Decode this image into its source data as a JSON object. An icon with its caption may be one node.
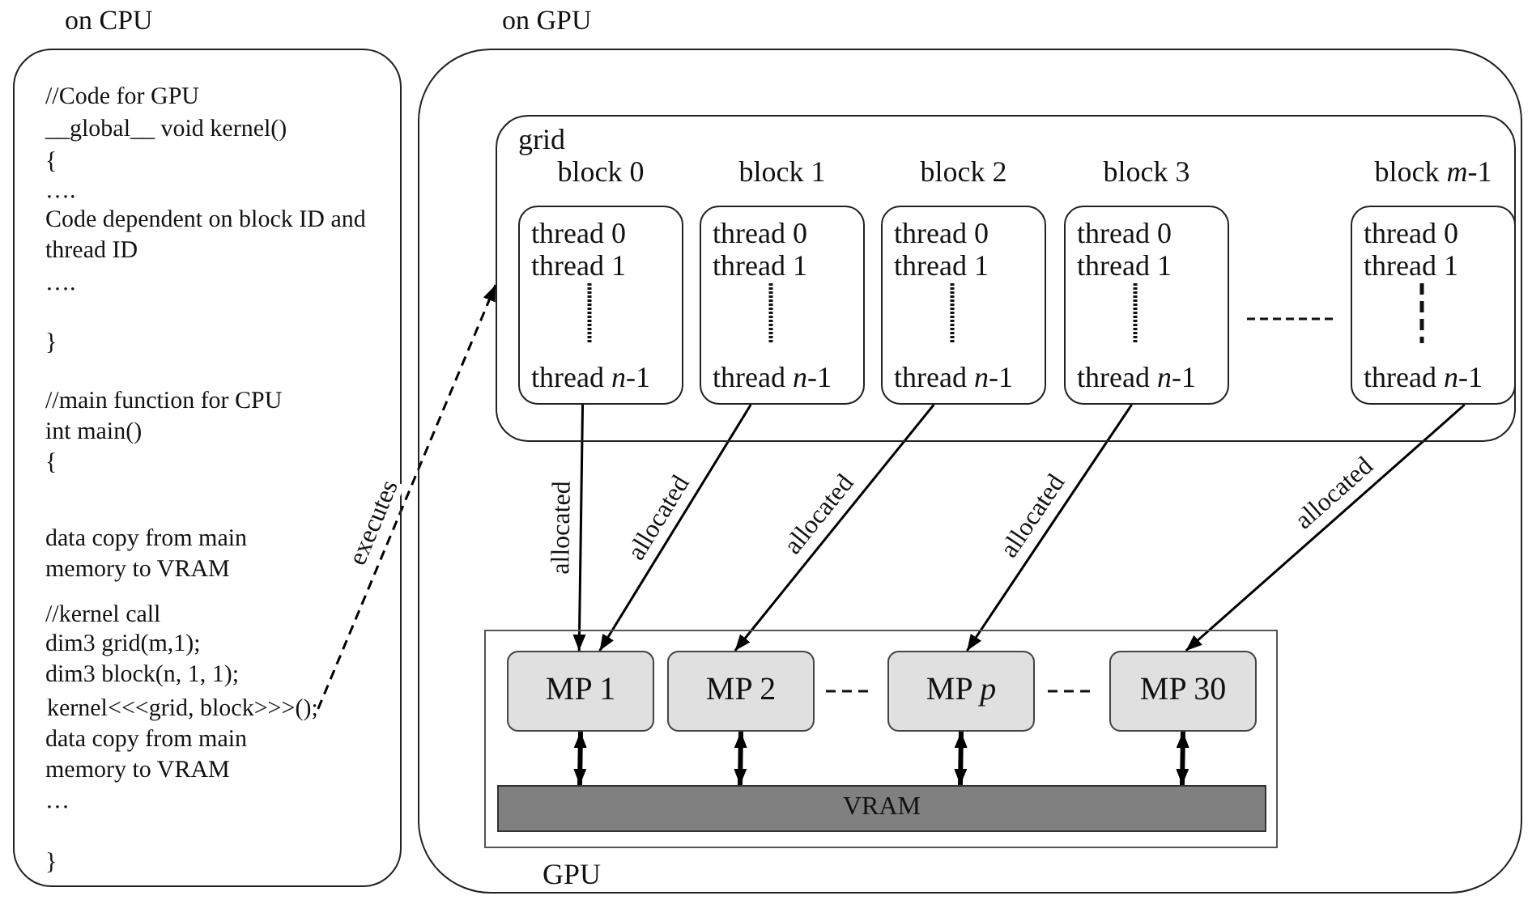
{
  "diagram": {
    "nodes": [
      {
        "text": [
          "on CPU",
          "//Code for GPU",
          "__global__ void kernel()",
          "{",
          "….",
          "Code dependent on block ID and thread ID",
          "….",
          "}",
          "//main function for CPU",
          "int main()",
          "{",
          "data copy from main memory to VRAM",
          "//kernel call",
          "dim3 grid(m,1);",
          "dim3 block(n, 1, 1);",
          "data copy from main memory to VRAM",
          "…",
          "}"
        ]
      },
      {
        "text": [
          "kernel<<<grid, block>>>();"
        ],
        "in": 0
      },
      {
        "text": [
          "on GPU"
        ]
      },
      {
        "text": [
          "grid"
        ],
        "in": 2
      },
      {
        "text": [
          "block 0",
          "thread 0",
          "thread 1",
          "thread *n*-1"
        ],
        "in": 3
      },
      {
        "text": [
          "block 1",
          "thread 0",
          "thread 1",
          "thread *n*-1"
        ],
        "in": 3
      },
      {
        "text": [
          "block 2",
          "thread 0",
          "thread 1",
          "thread *n*-1"
        ],
        "in": 3
      },
      {
        "text": [
          "block 3",
          "thread 0",
          "thread 1",
          "thread *n*-1"
        ],
        "in": 3
      },
      {
        "text": [
          "block *m*-1",
          "thread 0",
          "thread 1",
          "thread *n*-1"
        ],
        "in": 3
      },
      {
        "text": [
          "GPU"
        ],
        "in": 2
      },
      {
        "text": [
          "MP 1"
        ],
        "in": 9
      },
      {
        "text": [
          "MP 2"
        ],
        "in": 9
      },
      {
        "text": [
          "MP *p*"
        ],
        "in": 9
      },
      {
        "text": [
          "MP 30"
        ],
        "in": 9
      },
      {
        "text": [
          "VRAM"
        ],
        "in": 9
      }
    ],
    "edges": [
      {
        "from": 1,
        "to": 3,
        "arrow": "to",
        "label": "executes",
        "style": "dashed"
      },
      {
        "from": 4,
        "to": 10,
        "arrow": "to",
        "label": "allocated"
      },
      {
        "from": 5,
        "to": 10,
        "arrow": "to",
        "label": "allocated"
      },
      {
        "from": 6,
        "to": 11,
        "arrow": "to",
        "label": "allocated"
      },
      {
        "from": 7,
        "to": 12,
        "arrow": "to",
        "label": "allocated"
      },
      {
        "from": 8,
        "to": 13,
        "arrow": "to",
        "label": "allocated"
      },
      {
        "from": 10,
        "to": 14,
        "arrow": "both",
        "style": "thick"
      },
      {
        "from": 11,
        "to": 14,
        "arrow": "both",
        "style": "thick"
      },
      {
        "from": 12,
        "to": 14,
        "arrow": "both",
        "style": "thick"
      },
      {
        "from": 13,
        "to": 14,
        "arrow": "both",
        "style": "thick"
      }
    ]
  }
}
